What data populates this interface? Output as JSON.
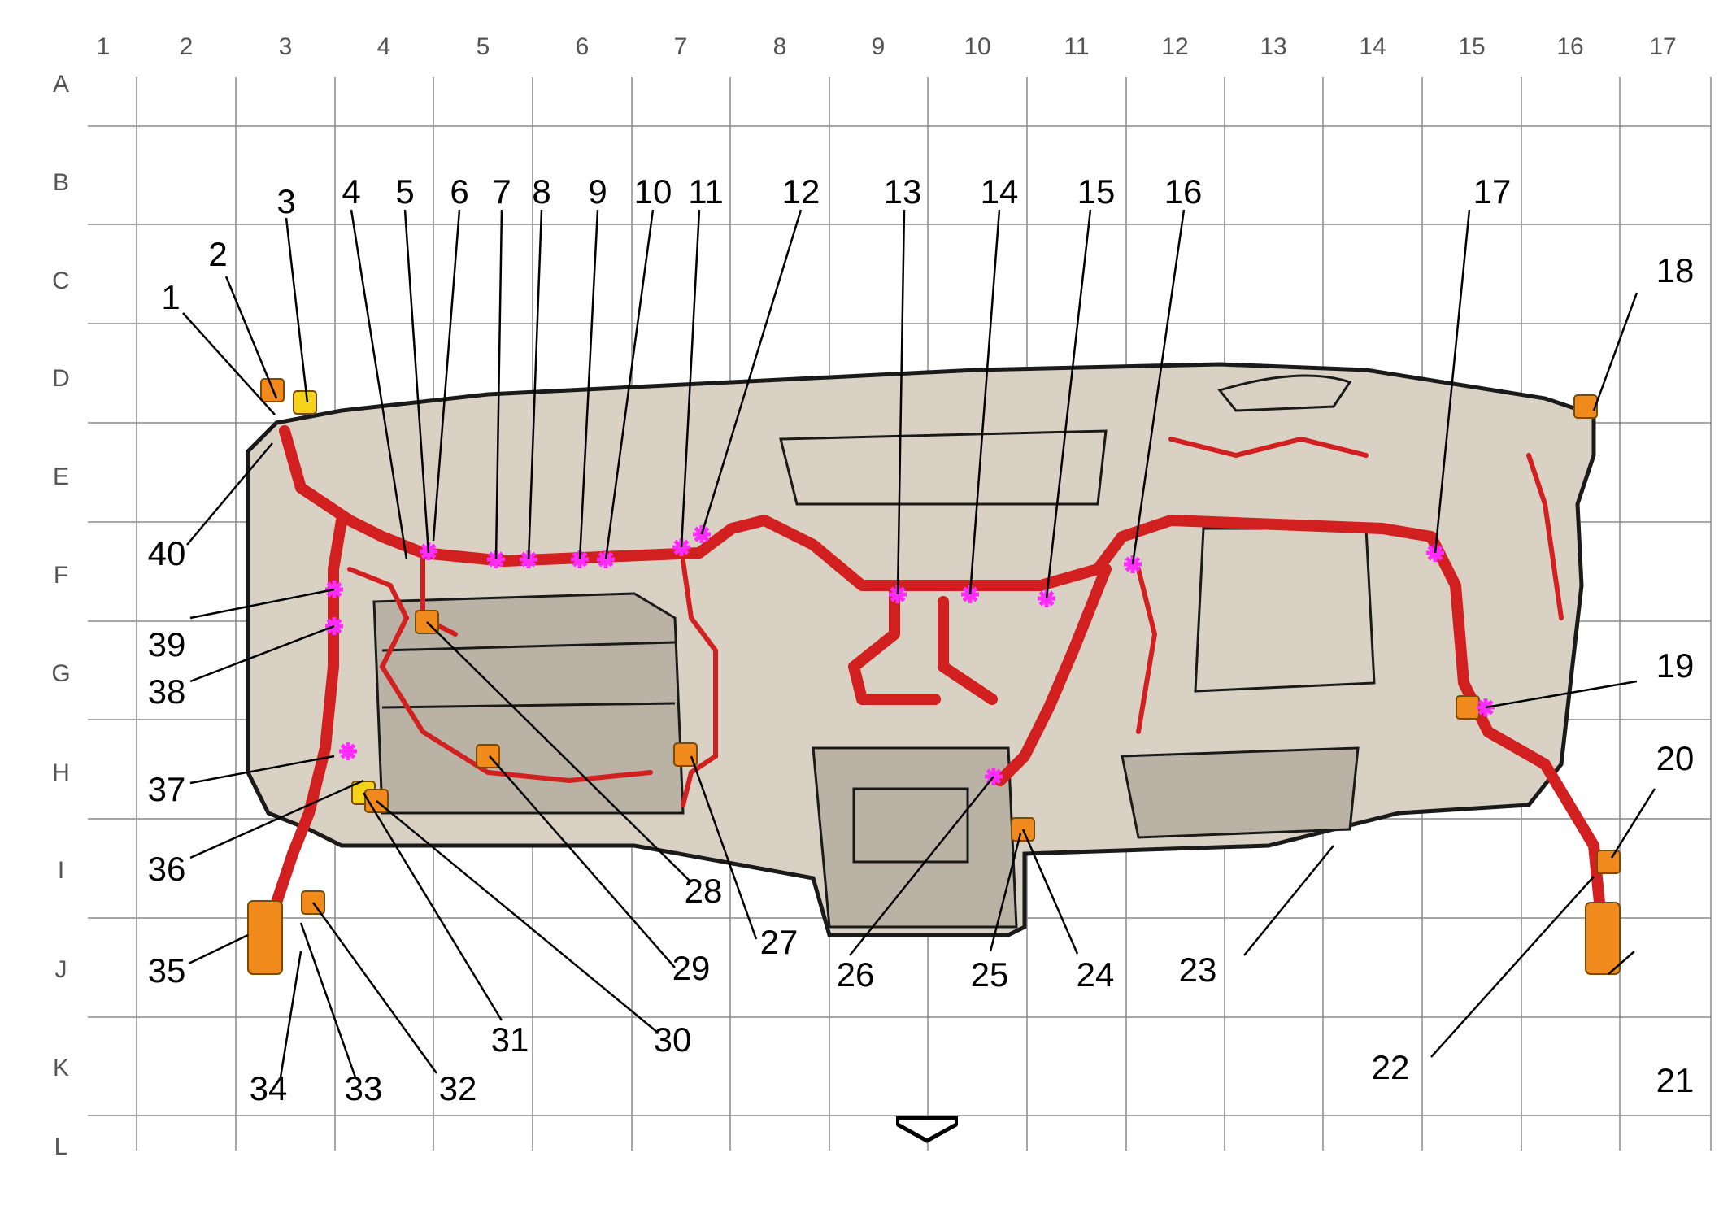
{
  "grid": {
    "columns": [
      "1",
      "2",
      "3",
      "4",
      "5",
      "6",
      "7",
      "8",
      "9",
      "10",
      "11",
      "12",
      "13",
      "14",
      "15",
      "16",
      "17"
    ],
    "rows": [
      "A",
      "B",
      "C",
      "D",
      "E",
      "F",
      "G",
      "H",
      "I",
      "J",
      "K",
      "L"
    ]
  },
  "callouts": [
    "1",
    "2",
    "3",
    "4",
    "5",
    "6",
    "7",
    "8",
    "9",
    "10",
    "11",
    "12",
    "13",
    "14",
    "15",
    "16",
    "17",
    "18",
    "19",
    "20",
    "21",
    "22",
    "23",
    "24",
    "25",
    "26",
    "27",
    "28",
    "29",
    "30",
    "31",
    "32",
    "33",
    "34",
    "35",
    "36",
    "37",
    "38",
    "39",
    "40"
  ],
  "colors": {
    "harness": "#d21f1f",
    "connector": "#f08a1c",
    "connector_yellow": "#f3d21a",
    "splice": "#ff2bff",
    "panel": "#d9d2c4"
  },
  "icons": {
    "direction_arrow": "chevron-down-icon"
  }
}
